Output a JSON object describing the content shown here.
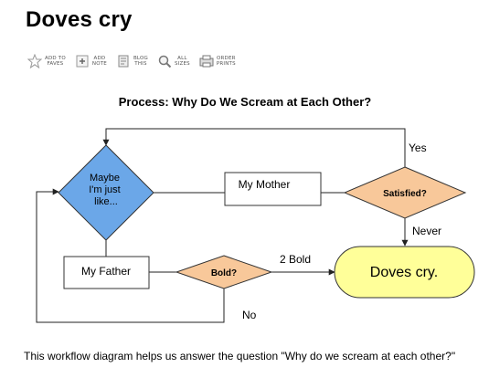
{
  "page": {
    "title": "Doves cry",
    "caption": "This workflow diagram helps us answer the question \"Why do we scream at each other?\""
  },
  "toolbar": {
    "items": [
      {
        "label": "ADD TO\nFAVES",
        "icon": "star-icon"
      },
      {
        "label": "ADD\nNOTE",
        "icon": "note-icon"
      },
      {
        "label": "BLOG\nTHIS",
        "icon": "blog-icon"
      },
      {
        "label": "ALL\nSIZES",
        "icon": "magnifier-icon"
      },
      {
        "label": "ORDER\nPRINTS",
        "icon": "prints-icon"
      }
    ]
  },
  "diagram": {
    "title": "Process: Why Do We Scream at Each Other?",
    "nodes": {
      "maybe": "Maybe\nI'm just\nlike...",
      "mother": "My Mother",
      "father": "My Father",
      "satisfied": "Satisfied?",
      "bold": "Bold?",
      "doves": "Doves cry."
    },
    "edges": {
      "yes": "Yes",
      "never": "Never",
      "two_bold": "2 Bold",
      "no": "No"
    },
    "colors": {
      "decision_blue": "#6BA7E8",
      "decision_peach": "#F8C89A",
      "terminal_yellow": "#FFFF99",
      "line": "#222222"
    }
  }
}
